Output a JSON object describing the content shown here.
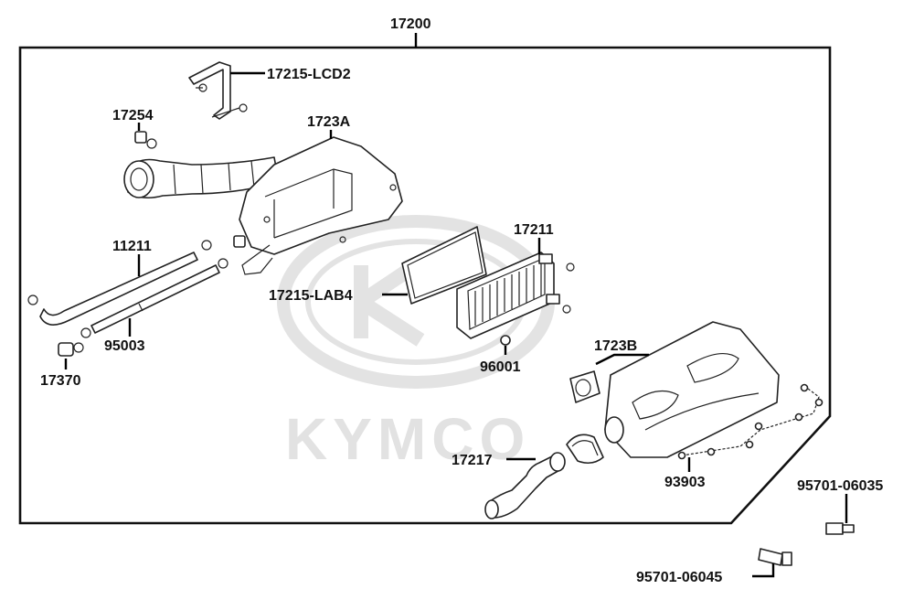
{
  "watermark": {
    "logo": "KYMCO logo",
    "text": "KYMCO"
  },
  "assembly_label": "17200",
  "parts": {
    "hose_bracket": "17215-LCD2",
    "plug_top": "17254",
    "case_cover_a": "1723A",
    "drain_tube": "11211",
    "element": "17211",
    "gasket": "17215-LAB4",
    "small_tube": "95003",
    "plug_bottom": "17370",
    "screw": "96001",
    "case_cover_b": "1723B",
    "connector": "17217",
    "screws_set": "93903",
    "bolt_1": "95701-06035",
    "bolt_2": "95701-06045"
  }
}
